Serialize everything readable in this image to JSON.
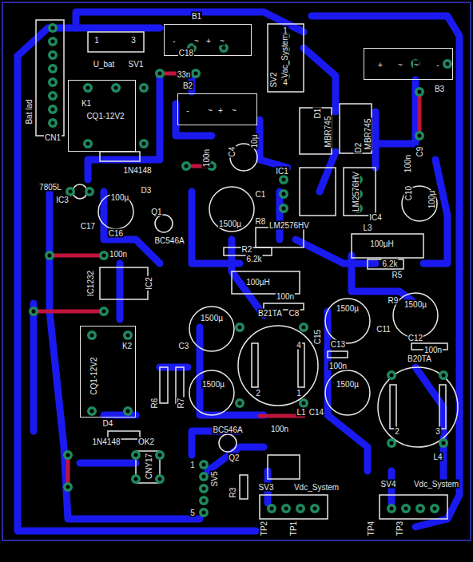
{
  "diagram": {
    "nodes": [
      {
        "text": [
          "B1",
          "-",
          "~",
          "+",
          "~"
        ]
      },
      {
        "text": [
          "B2",
          "-",
          "~",
          "+",
          "~"
        ]
      },
      {
        "text": [
          "B3",
          "+",
          "~",
          "~",
          "-"
        ]
      },
      {
        "text": [
          "K1",
          "CQ1-12V2"
        ]
      },
      {
        "text": [
          "K2",
          "CQ1-12V2"
        ]
      }
    ],
    "labels": [
      "U_bat",
      "SV1",
      "1",
      "3",
      "C18",
      "33n",
      "Vac_System",
      "SV2",
      "1",
      "4",
      "Bat lad",
      "CN1",
      "100n",
      "C4",
      "10µ",
      "D1",
      "MBR745",
      "MBR745",
      "D2",
      "C9",
      "100n",
      "C10",
      "100µ",
      "1N4148",
      "D3",
      "7805L",
      "IC3",
      "IC1",
      "LM2576HV",
      "IC4",
      "100µ",
      "C17",
      "Q1",
      "BC546A",
      "C1",
      "1500µ",
      "R8",
      "LM2576HV",
      "C16",
      "100n",
      "L3",
      "100µH",
      "6.2k",
      "R5",
      "R9",
      "R2",
      "6.2k",
      "100µH",
      "IC1232",
      "IC2",
      "100n",
      "C8",
      "B21TA",
      "C15",
      "C3",
      "1500µ",
      "1500µ",
      "1500µ",
      "C11",
      "C12",
      "100n",
      "C13",
      "100n",
      "1500µ",
      "1500µ",
      "B20TA",
      "C14",
      "L1",
      "L4",
      "R6",
      "R7",
      "D4",
      "1N4148",
      "OK2",
      "CNY17",
      "BC546A",
      "Q2",
      "100n",
      "R3",
      "SV5",
      "1",
      "5",
      "SV3",
      "Vdc_System",
      "TP2",
      "TP1",
      "SV4",
      "Vdc_System",
      "TP4",
      "TP3",
      "4",
      "2",
      "1",
      "2",
      "3"
    ]
  }
}
